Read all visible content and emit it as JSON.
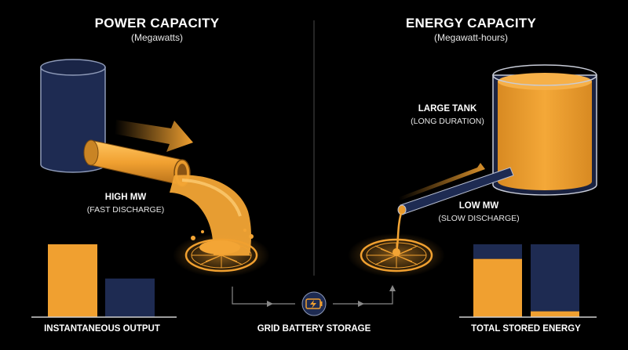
{
  "left": {
    "title": "POWER CAPACITY",
    "subtitle": "(Megawatts)",
    "label": "HIGH MW",
    "label_sub": "(FAST DISCHARGE)",
    "footer": "INSTANTANEOUS OUTPUT"
  },
  "right": {
    "title": "ENERGY CAPACITY",
    "subtitle": "(Megawatt-hours)",
    "tank_label": "LARGE TANK",
    "tank_sub": "(LONG DURATION)",
    "pipe_label": "LOW MW",
    "pipe_sub": "(SLOW DISCHARGE)",
    "footer": "TOTAL STORED ENERGY"
  },
  "center": {
    "label": "GRID BATTERY STORAGE",
    "icon": "battery-icon"
  },
  "colors": {
    "orange": "#F0A030",
    "navy": "#1E2B52",
    "background": "#000000"
  },
  "chart_data": [
    {
      "type": "bar",
      "categories": [
        "",
        ""
      ],
      "values": [
        1.0,
        0.53
      ],
      "colors": [
        "#F0A030",
        "#1E2B52"
      ],
      "xlabel": "INSTANTANEOUS OUTPUT"
    },
    {
      "type": "bar",
      "categories": [
        "",
        ""
      ],
      "series": [
        {
          "values": [
            0.8,
            0.08
          ],
          "color": "#F0A030"
        },
        {
          "values": [
            0.2,
            0.92
          ],
          "color": "#1E2B52"
        }
      ],
      "stacked": true,
      "xlabel": "TOTAL STORED ENERGY"
    }
  ]
}
